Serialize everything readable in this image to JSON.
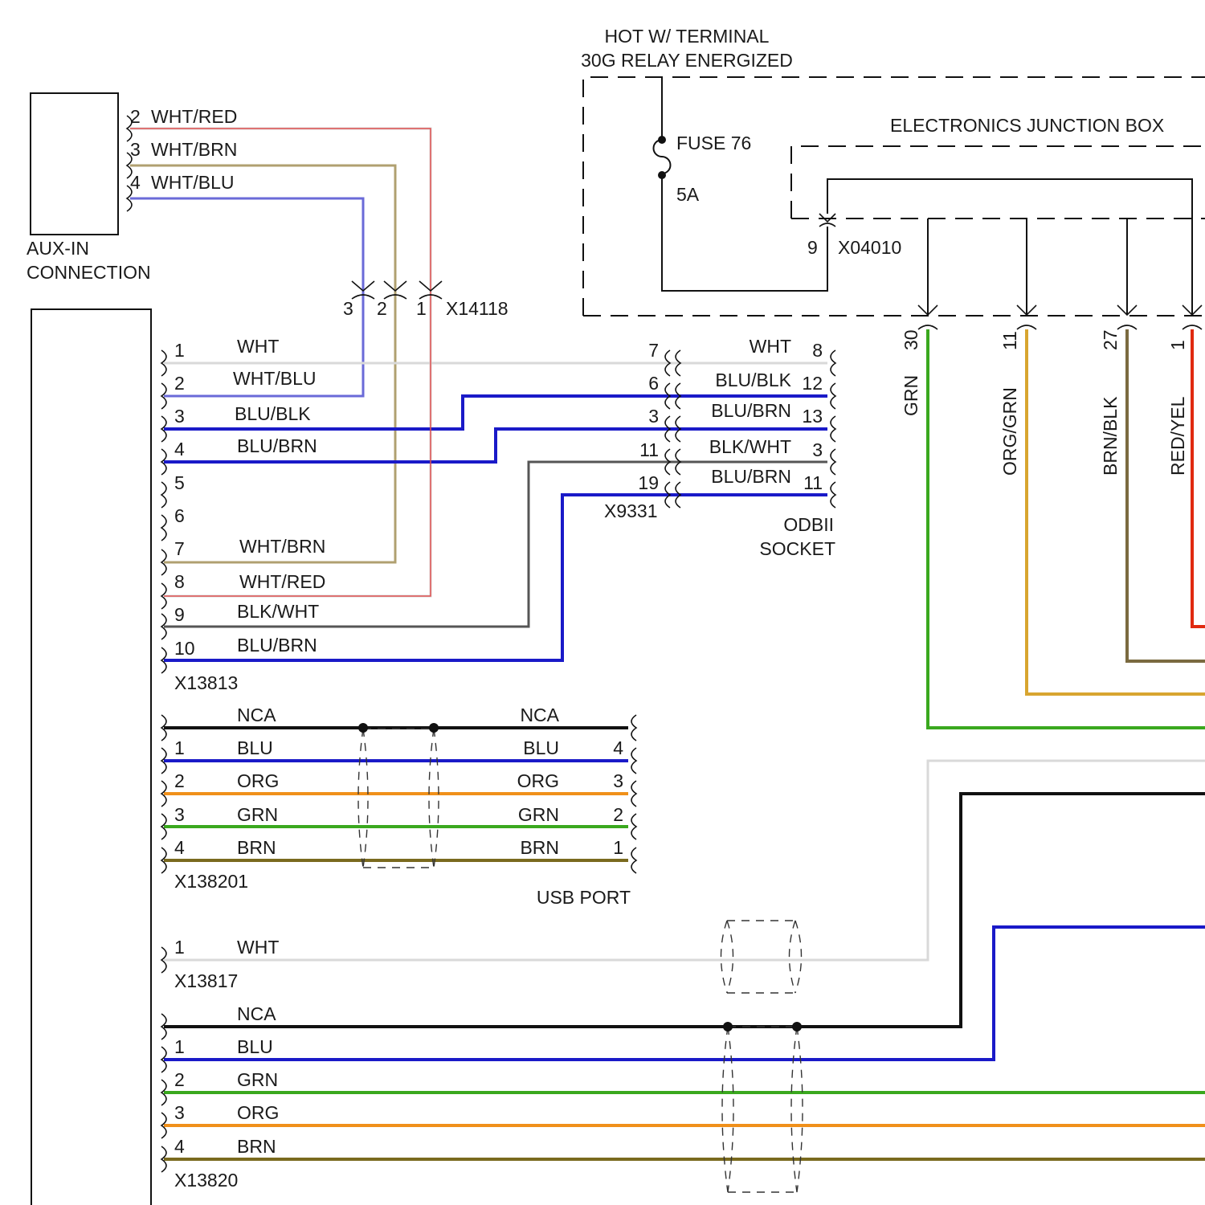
{
  "colors": {
    "WHT": "#d9d9d9",
    "RED": "#e05050",
    "TAN": "#b0a070",
    "LBLU": "#6a6ad8",
    "BLU": "#1a1ac8",
    "GRY": "#555555",
    "BLK": "#111111",
    "ORG": "#f0901a",
    "GRN": "#3aa81e",
    "BRN": "#7a6a1e",
    "ORGGRN": "#d8a530",
    "BRNBLK": "#7a6a40",
    "REDYEL": "#e02a10"
  },
  "relay": {
    "line1": "HOT W/ TERMINAL",
    "line2": "30G RELAY ENERGIZED"
  },
  "fuse": {
    "name": "FUSE 76",
    "rating": "5A"
  },
  "junction_box": {
    "title": "ELECTRONICS JUNCTION BOX",
    "connector": "X04010",
    "pin": "9"
  },
  "aux_in": {
    "line1": "AUX-IN",
    "line2": "CONNECTION",
    "pins": [
      {
        "pin": "2",
        "color": "WHT/RED"
      },
      {
        "pin": "3",
        "color": "WHT/BRN"
      },
      {
        "pin": "4",
        "color": "WHT/BLU"
      }
    ]
  },
  "x14118": {
    "name": "X14118",
    "pins": [
      "3",
      "2",
      "1"
    ]
  },
  "x13813": {
    "name": "X13813",
    "pins": [
      {
        "pin": "1",
        "color": "WHT"
      },
      {
        "pin": "2",
        "color": "WHT/BLU"
      },
      {
        "pin": "3",
        "color": "BLU/BLK"
      },
      {
        "pin": "4",
        "color": "BLU/BRN"
      },
      {
        "pin": "5",
        "color": ""
      },
      {
        "pin": "6",
        "color": ""
      },
      {
        "pin": "7",
        "color": "WHT/BRN"
      },
      {
        "pin": "8",
        "color": "WHT/RED"
      },
      {
        "pin": "9",
        "color": "BLK/WHT"
      },
      {
        "pin": "10",
        "color": "BLU/BRN"
      }
    ]
  },
  "x9331": {
    "name": "X9331",
    "pins": [
      "7",
      "6",
      "3",
      "11",
      "19"
    ]
  },
  "odbii": {
    "line1": "ODBII",
    "line2": "SOCKET",
    "pins": [
      {
        "pin": "8",
        "color": "WHT"
      },
      {
        "pin": "12",
        "color": "BLU/BLK"
      },
      {
        "pin": "13",
        "color": "BLU/BRN"
      },
      {
        "pin": "3",
        "color": "BLK/WHT"
      },
      {
        "pin": "11",
        "color": "BLU/BRN"
      }
    ]
  },
  "right_wires": [
    {
      "pin": "30",
      "color": "GRN"
    },
    {
      "pin": "11",
      "color": "ORG/GRN"
    },
    {
      "pin": "27",
      "color": "BRN/BLK"
    },
    {
      "pin": "1",
      "color": "RED/YEL"
    }
  ],
  "x138201": {
    "name": "X138201",
    "rows": [
      {
        "pin": "",
        "color": "NCA"
      },
      {
        "pin": "1",
        "color": "BLU"
      },
      {
        "pin": "2",
        "color": "ORG"
      },
      {
        "pin": "3",
        "color": "GRN"
      },
      {
        "pin": "4",
        "color": "BRN"
      }
    ]
  },
  "usb_port": {
    "label": "USB PORT",
    "rows": [
      {
        "pin": "",
        "color": "NCA"
      },
      {
        "pin": "4",
        "color": "BLU"
      },
      {
        "pin": "3",
        "color": "ORG"
      },
      {
        "pin": "2",
        "color": "GRN"
      },
      {
        "pin": "1",
        "color": "BRN"
      }
    ]
  },
  "x13817": {
    "name": "X13817",
    "pin": "1",
    "color": "WHT"
  },
  "x13820": {
    "name": "X13820",
    "rows": [
      {
        "pin": "",
        "color": "NCA"
      },
      {
        "pin": "1",
        "color": "BLU"
      },
      {
        "pin": "2",
        "color": "GRN"
      },
      {
        "pin": "3",
        "color": "ORG"
      },
      {
        "pin": "4",
        "color": "BRN"
      }
    ]
  }
}
